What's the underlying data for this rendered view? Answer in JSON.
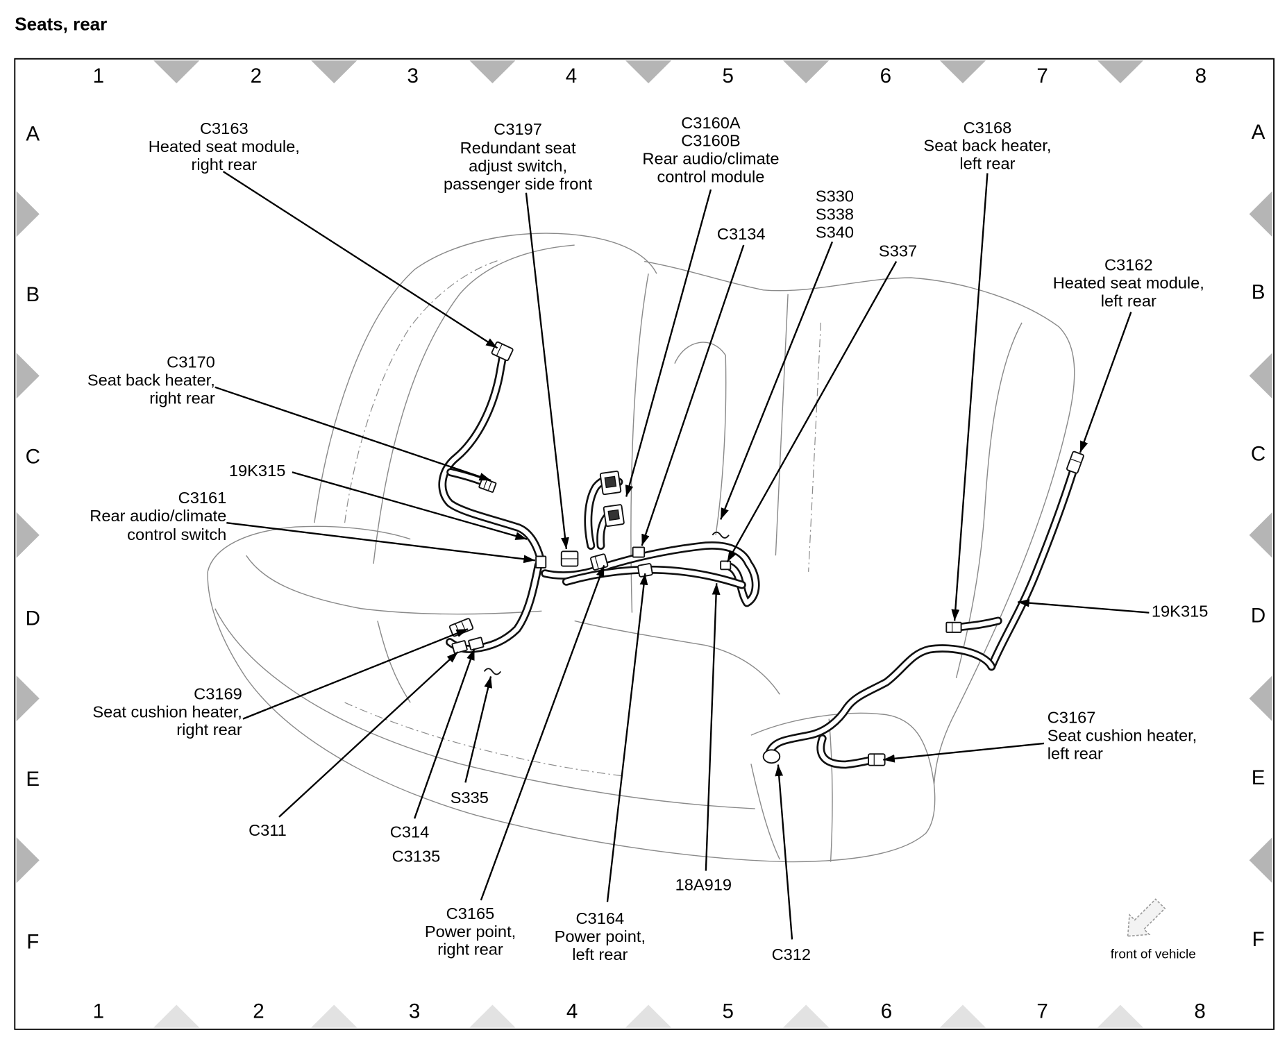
{
  "title": "Seats, rear",
  "grid": {
    "columns": [
      "1",
      "2",
      "3",
      "4",
      "5",
      "6",
      "7",
      "8"
    ],
    "rows": [
      "A",
      "B",
      "C",
      "D",
      "E",
      "F"
    ]
  },
  "callouts": {
    "c3163": [
      "C3163",
      "Heated seat module,",
      "right rear"
    ],
    "c3197": [
      "C3197",
      "Redundant seat",
      "adjust switch,",
      "passenger side front"
    ],
    "c3160": [
      "C3160A",
      "C3160B",
      "Rear audio/climate",
      "control module"
    ],
    "c3134": [
      "C3134"
    ],
    "s330": [
      "S330",
      "S338",
      "S340"
    ],
    "s337": [
      "S337"
    ],
    "c3168": [
      "C3168",
      "Seat back heater,",
      "left rear"
    ],
    "c3162": [
      "C3162",
      "Heated seat module,",
      "left rear"
    ],
    "c3170": [
      "C3170",
      "Seat back heater,",
      "right rear"
    ],
    "harness_19k315_left": [
      "19K315"
    ],
    "c3161": [
      "C3161",
      "Rear audio/climate",
      "control switch"
    ],
    "c3169": [
      "C3169",
      "Seat cushion heater,",
      "right rear"
    ],
    "c311": [
      "C311"
    ],
    "c314": [
      "C314",
      "C3135"
    ],
    "s335": [
      "S335"
    ],
    "c3165": [
      "C3165",
      "Power point,",
      "right rear"
    ],
    "c3164": [
      "C3164",
      "Power point,",
      "left rear"
    ],
    "harness_18a919": [
      "18A919"
    ],
    "c312": [
      "C312"
    ],
    "harness_19k315_right": [
      "19K315"
    ],
    "c3167": [
      "C3167",
      "Seat cushion heater,",
      "left rear"
    ]
  },
  "orientation_note": "front of vehicle",
  "colors": {
    "line": "#000000",
    "seat_outline": "#8a8a8a",
    "grid_marker": "#b5b5b5"
  }
}
